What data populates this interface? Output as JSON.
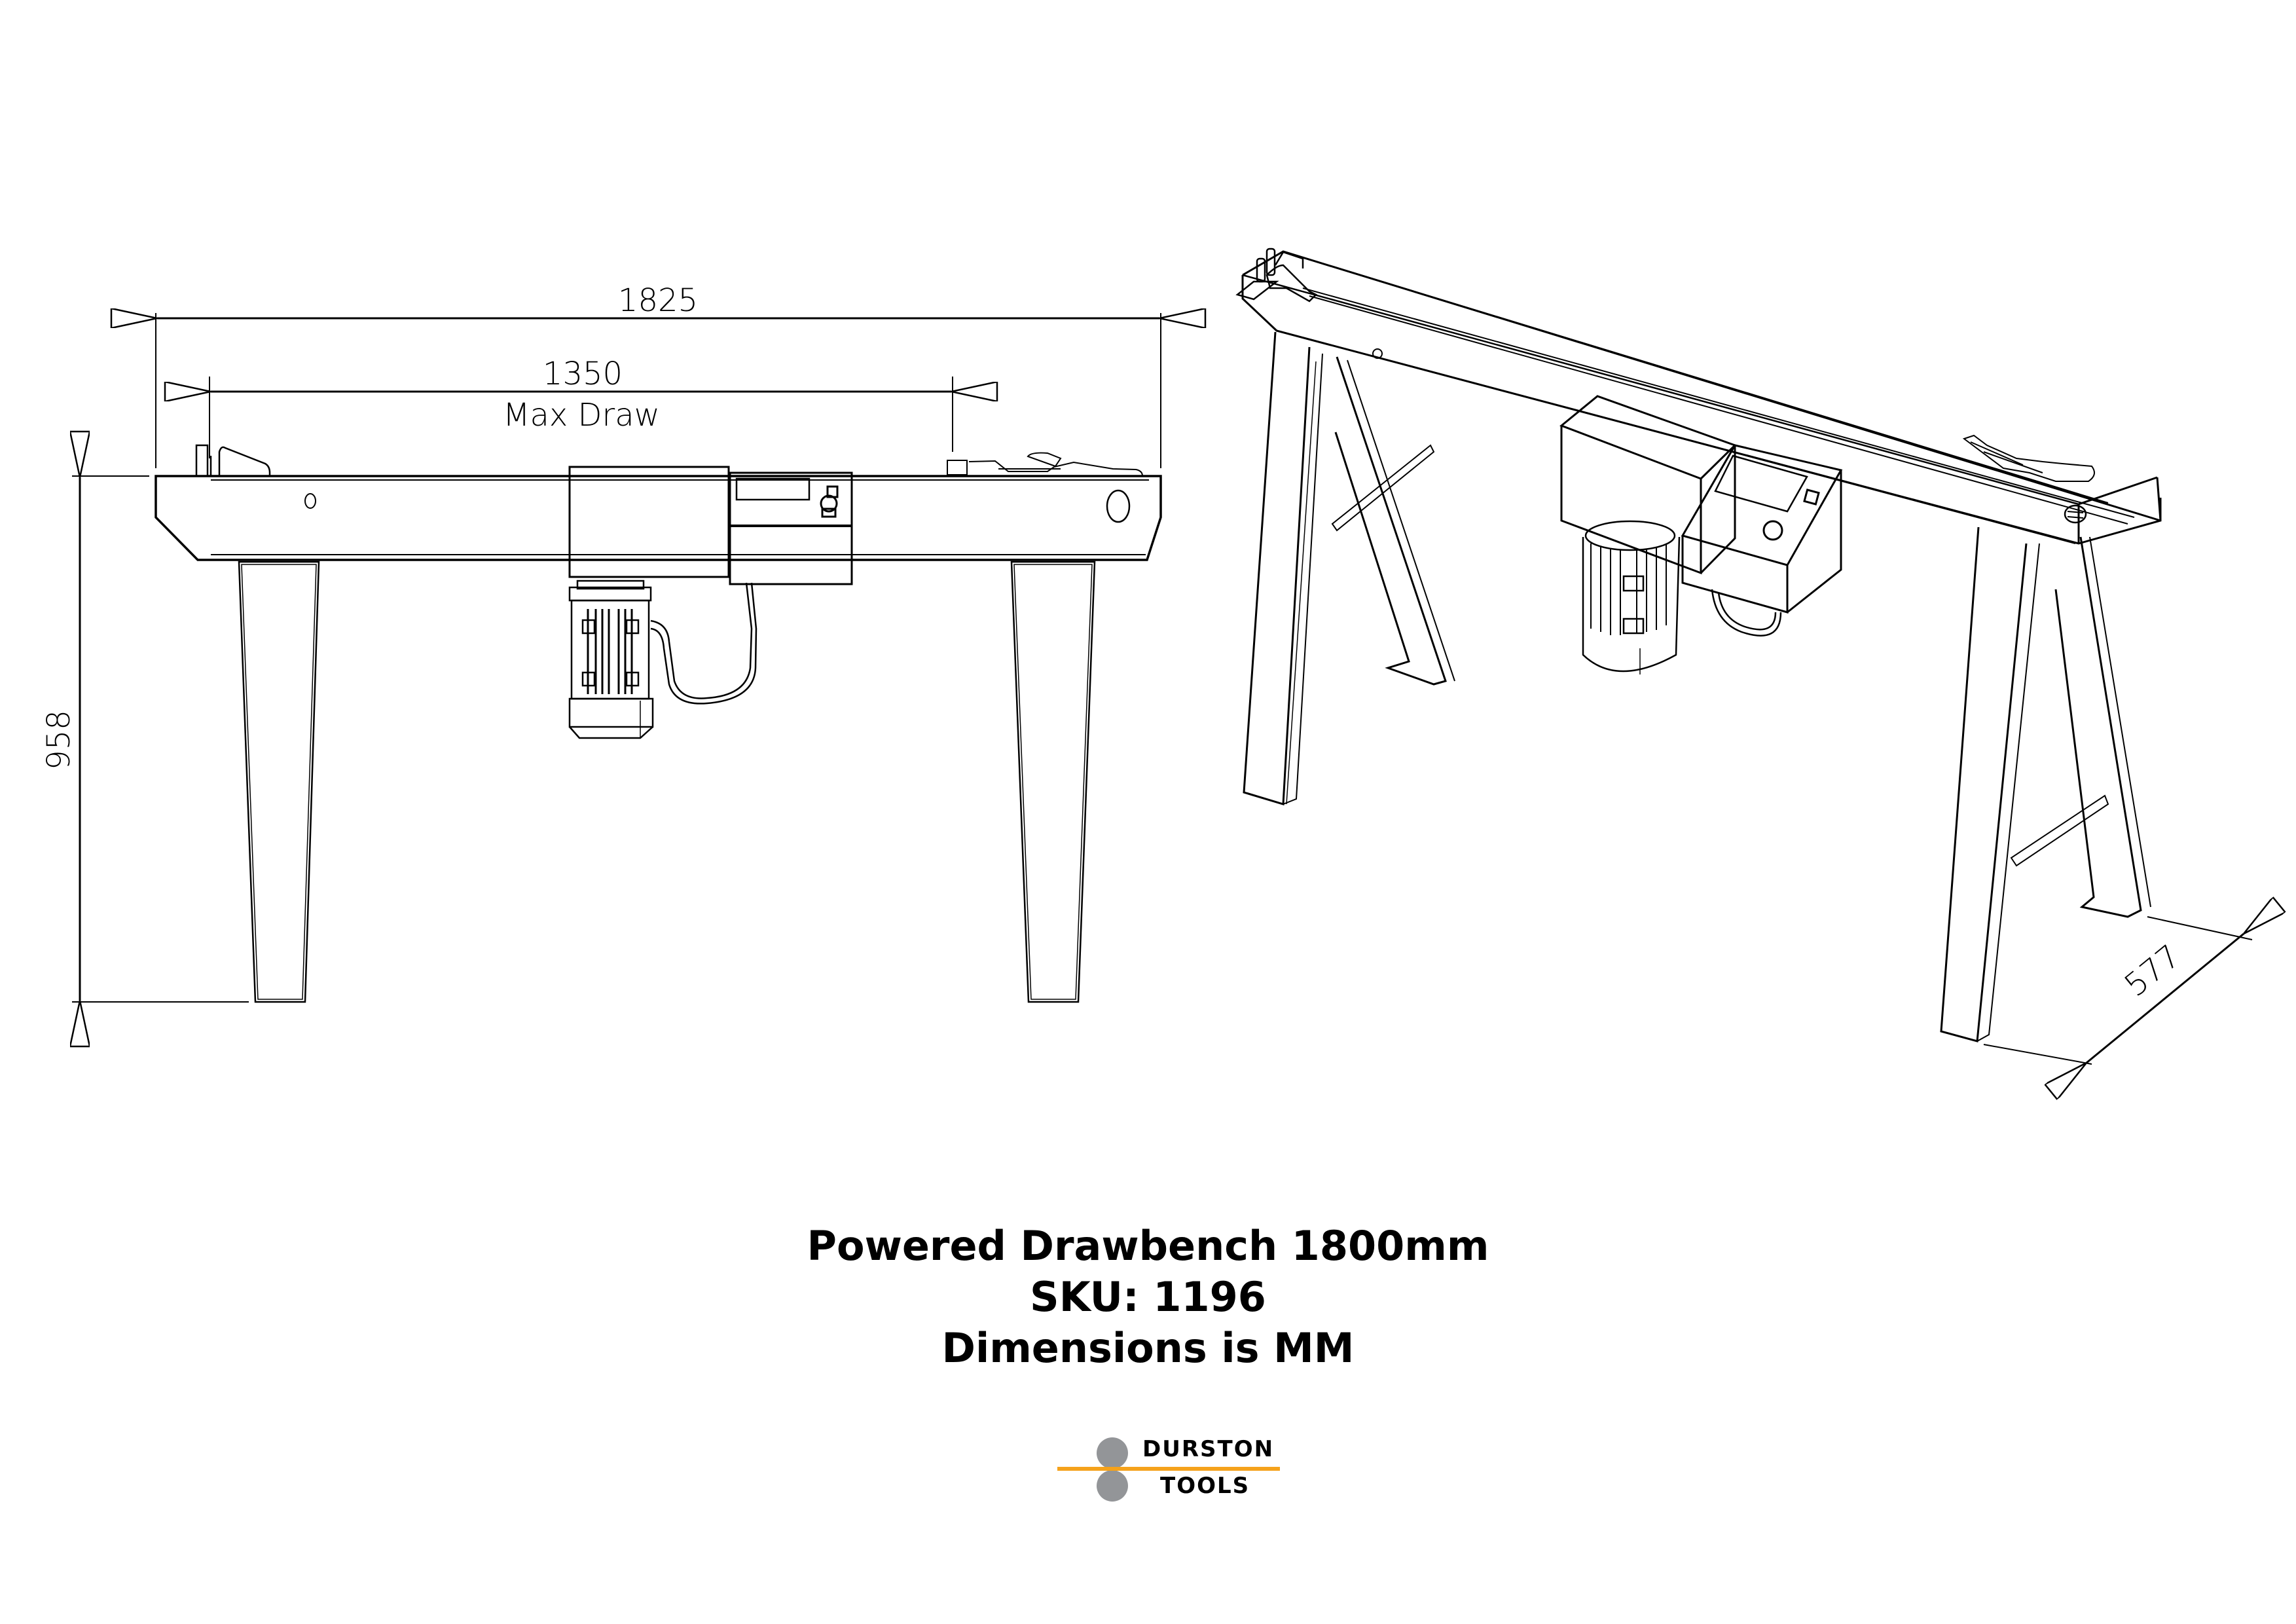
{
  "drawing": {
    "front_view": {
      "dimensions": {
        "overall_length": "1825",
        "max_draw_length": "1350",
        "max_draw_label": "Max Draw",
        "height": "958"
      }
    },
    "isometric_view": {
      "dimensions": {
        "depth": "577"
      }
    },
    "line_color": "#000000",
    "background": "#ffffff"
  },
  "caption": {
    "title": "Powered Drawbench 1800mm",
    "sku": "SKU: 1196",
    "units_note": "Dimensions is MM"
  },
  "logo": {
    "line1": "DURSTON",
    "line2": "TOOLS",
    "circle_color": "#939598",
    "bar_color": "#f5a21b"
  }
}
